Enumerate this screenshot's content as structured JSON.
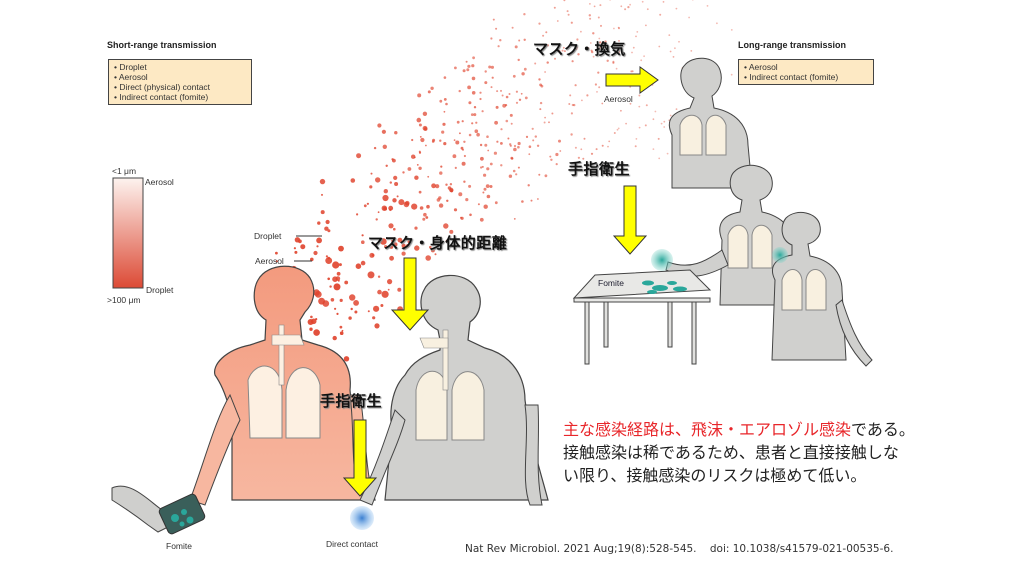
{
  "short_range": {
    "title": "Short-range transmission",
    "items": [
      "Droplet",
      "Aerosol",
      "Direct (physical) contact",
      "Indirect contact (fomite)"
    ]
  },
  "long_range": {
    "title": "Long-range transmission",
    "items": [
      "Aerosol",
      "Indirect contact (fomite)"
    ]
  },
  "scale_bar": {
    "top_size": "<1 μm",
    "top_label": "Aerosol",
    "bottom_label": "Droplet",
    "bottom_size": ">100 μm",
    "top_color": "#fdf3ef",
    "bottom_color": "#dc4a35"
  },
  "labels": {
    "droplet": "Droplet",
    "aerosol_left": "Aerosol",
    "aerosol_top": "Aerosol",
    "fomite_table": "Fomite",
    "fomite_phone": "Fomite",
    "direct_contact": "Direct contact"
  },
  "measures": {
    "mask_ventilation": "マスク・換気",
    "mask_distance": "マスク・身体的距離",
    "hand_hygiene_right": "手指衛生",
    "hand_hygiene_center": "手指衛生"
  },
  "note": {
    "highlight": "主な感染経路は、飛沫・エアロゾル感染",
    "line1_rest": "である。",
    "line2": "接触感染は稀であるため、患者と直接接触しな",
    "line3": "い限り、接触感染のリスクは極めて低い。"
  },
  "citation": "Nat Rev Microbiol. 2021 Aug;19(8):528-545.    doi: 10.1038/s41579-021-00535-6.",
  "colors": {
    "arrow": "#ffff00",
    "infected_body": "#f4a48a",
    "healthy_body": "#cfcfcd",
    "particle": "#e0442e",
    "fomite": "#2aa79b",
    "highlight_text": "#e8262a"
  }
}
